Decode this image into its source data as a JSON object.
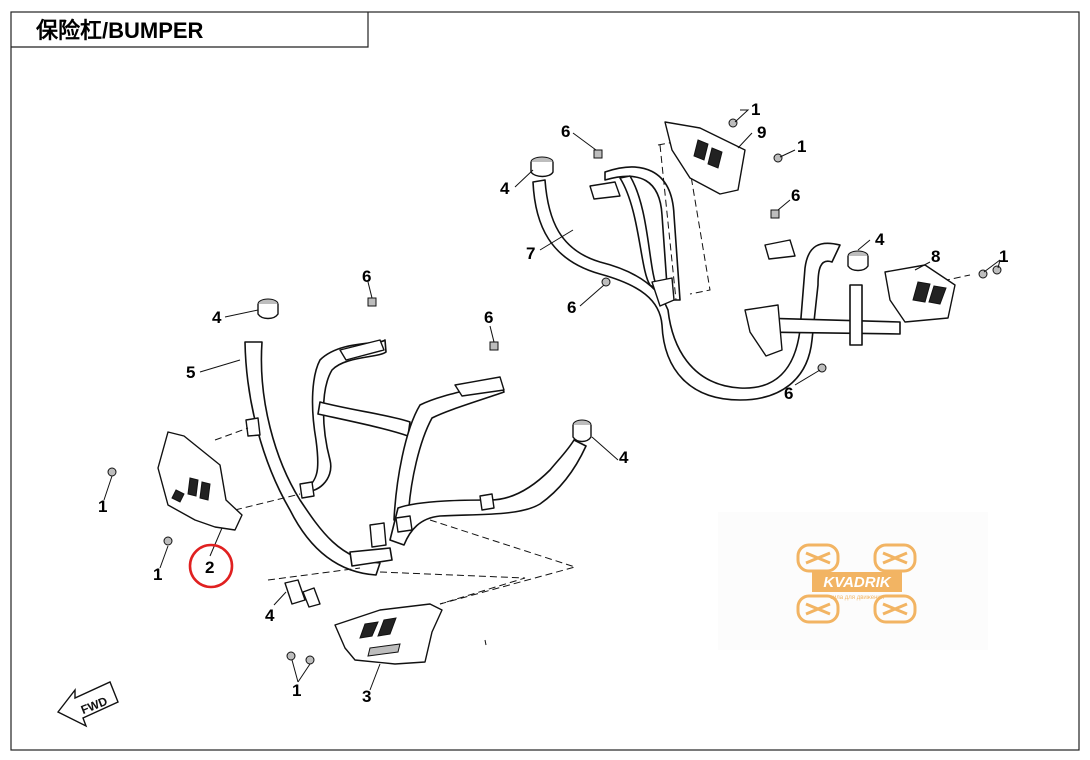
{
  "title": "保险杠/BUMPER",
  "fwd_label": "FWD",
  "callouts": [
    {
      "id": "c-1a",
      "text": "1"
    },
    {
      "id": "c-1b",
      "text": "1"
    },
    {
      "id": "c-1c",
      "text": "1"
    },
    {
      "id": "c-1d",
      "text": "1"
    },
    {
      "id": "c-1e",
      "text": "1"
    },
    {
      "id": "c-1f",
      "text": "1"
    },
    {
      "id": "c-2",
      "text": "2"
    },
    {
      "id": "c-3",
      "text": "3"
    },
    {
      "id": "c-4a",
      "text": "4"
    },
    {
      "id": "c-4b",
      "text": "4"
    },
    {
      "id": "c-4c",
      "text": "4"
    },
    {
      "id": "c-4d",
      "text": "4"
    },
    {
      "id": "c-4e",
      "text": "4"
    },
    {
      "id": "c-5",
      "text": "5"
    },
    {
      "id": "c-6a",
      "text": "6"
    },
    {
      "id": "c-6b",
      "text": "6"
    },
    {
      "id": "c-6c",
      "text": "6"
    },
    {
      "id": "c-6d",
      "text": "6"
    },
    {
      "id": "c-6e",
      "text": "6"
    },
    {
      "id": "c-6f",
      "text": "6"
    },
    {
      "id": "c-7",
      "text": "7"
    },
    {
      "id": "c-8",
      "text": "8"
    },
    {
      "id": "c-9",
      "text": "9"
    }
  ],
  "watermark": {
    "brand": "KVADRIK",
    "tagline": "сила для движения",
    "color": "#f0a848"
  },
  "highlight_color": "#e02020"
}
